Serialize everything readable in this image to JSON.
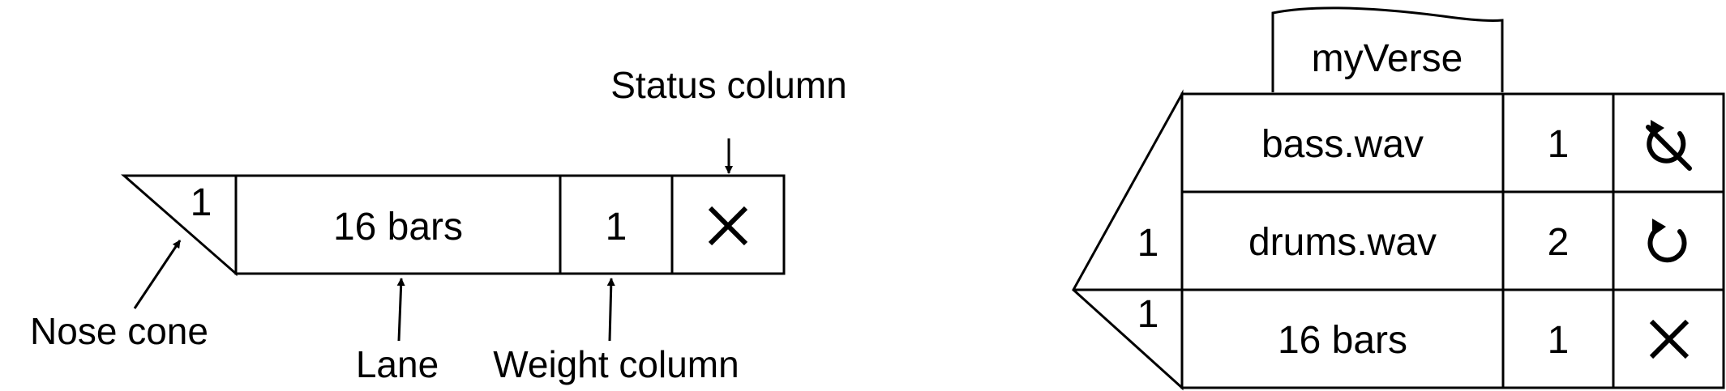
{
  "colors": {
    "stroke": "#000000",
    "background": "#ffffff"
  },
  "left_diagram": {
    "annotations": {
      "status_column": "Status column",
      "nose_cone": "Nose cone",
      "lane": "Lane",
      "weight_column": "Weight column"
    },
    "row": {
      "nose_number": "1",
      "lane_text": "16 bars",
      "weight": "1",
      "status_icon": "close-icon"
    }
  },
  "right_diagram": {
    "tab_label": "myVerse",
    "nose_numbers": [
      "1",
      "1"
    ],
    "rows": [
      {
        "lane_text": "bass.wav",
        "weight": "1",
        "status_icon": "loop-off-icon"
      },
      {
        "lane_text": "drums.wav",
        "weight": "2",
        "status_icon": "loop-icon"
      },
      {
        "lane_text": "16 bars",
        "weight": "1",
        "status_icon": "close-icon"
      }
    ]
  }
}
